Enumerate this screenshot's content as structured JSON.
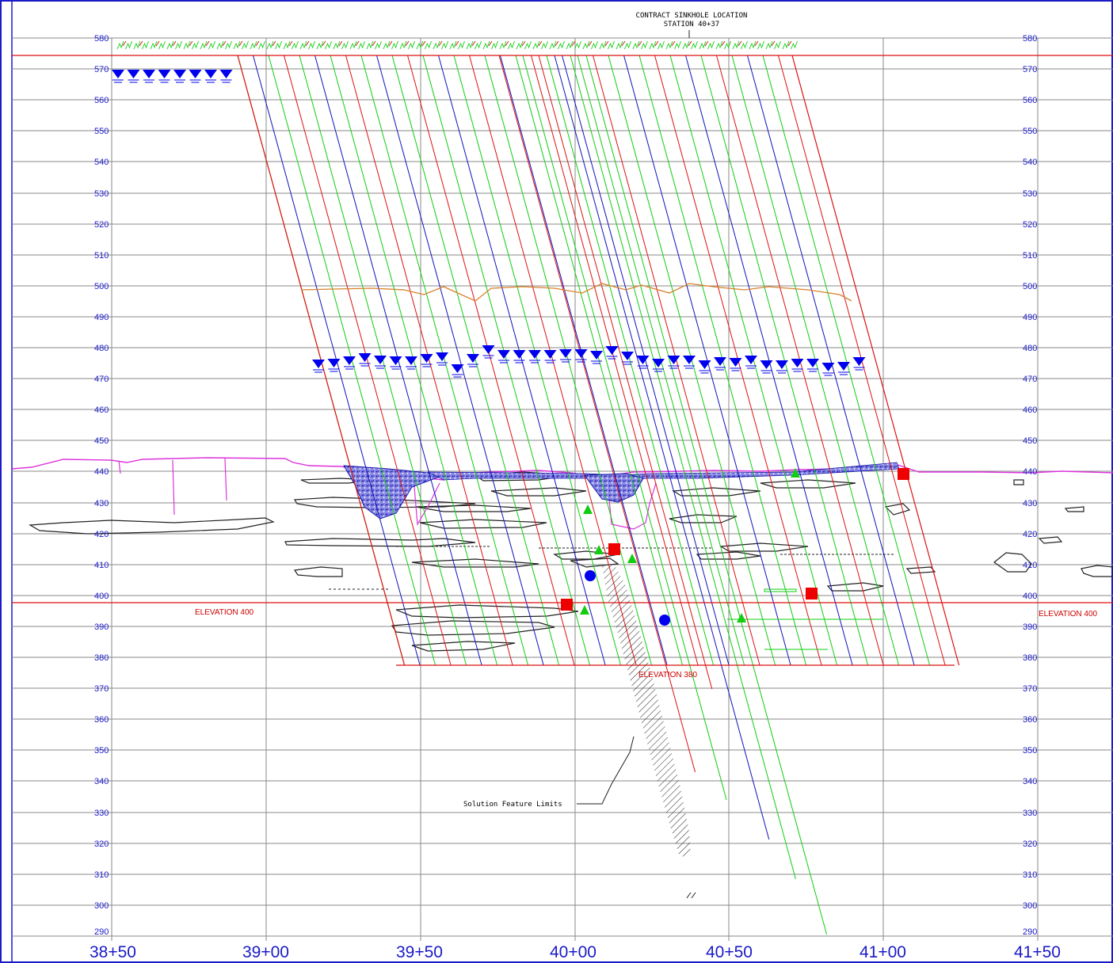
{
  "header": {
    "line1": "CONTRACT SINKHOLE LOCATION",
    "line2": "STATION 40+37"
  },
  "elevation_labels": [
    "580",
    "570",
    "560",
    "550",
    "540",
    "530",
    "520",
    "510",
    "500",
    "490",
    "480",
    "470",
    "460",
    "450",
    "440",
    "430",
    "420",
    "410",
    "400",
    "390",
    "380",
    "370",
    "360",
    "350",
    "340",
    "330",
    "320",
    "310",
    "300",
    "290"
  ],
  "station_labels": [
    "38+50",
    "39+00",
    "39+50",
    "40+00",
    "40+50",
    "41+00",
    "41+50"
  ],
  "annotations": {
    "elevation_400_left": "ELEVATION 400",
    "elevation_400_right": "ELEVATION 400",
    "elevation_380": "ELEVATION 380",
    "solution_feature": "Solution Feature Limits"
  },
  "colors": {
    "frame": "#1a1ac8",
    "grid": "#8a8a8a",
    "red_line": "#dd1111",
    "green_line": "#11cc11",
    "blue_line": "#1111bb",
    "magenta_ground": "#dd33dd",
    "water_marker": "#0000ee",
    "sample_square": "#ee0000",
    "sample_triangle": "#11cc11",
    "sample_circle": "#0000ee"
  }
}
